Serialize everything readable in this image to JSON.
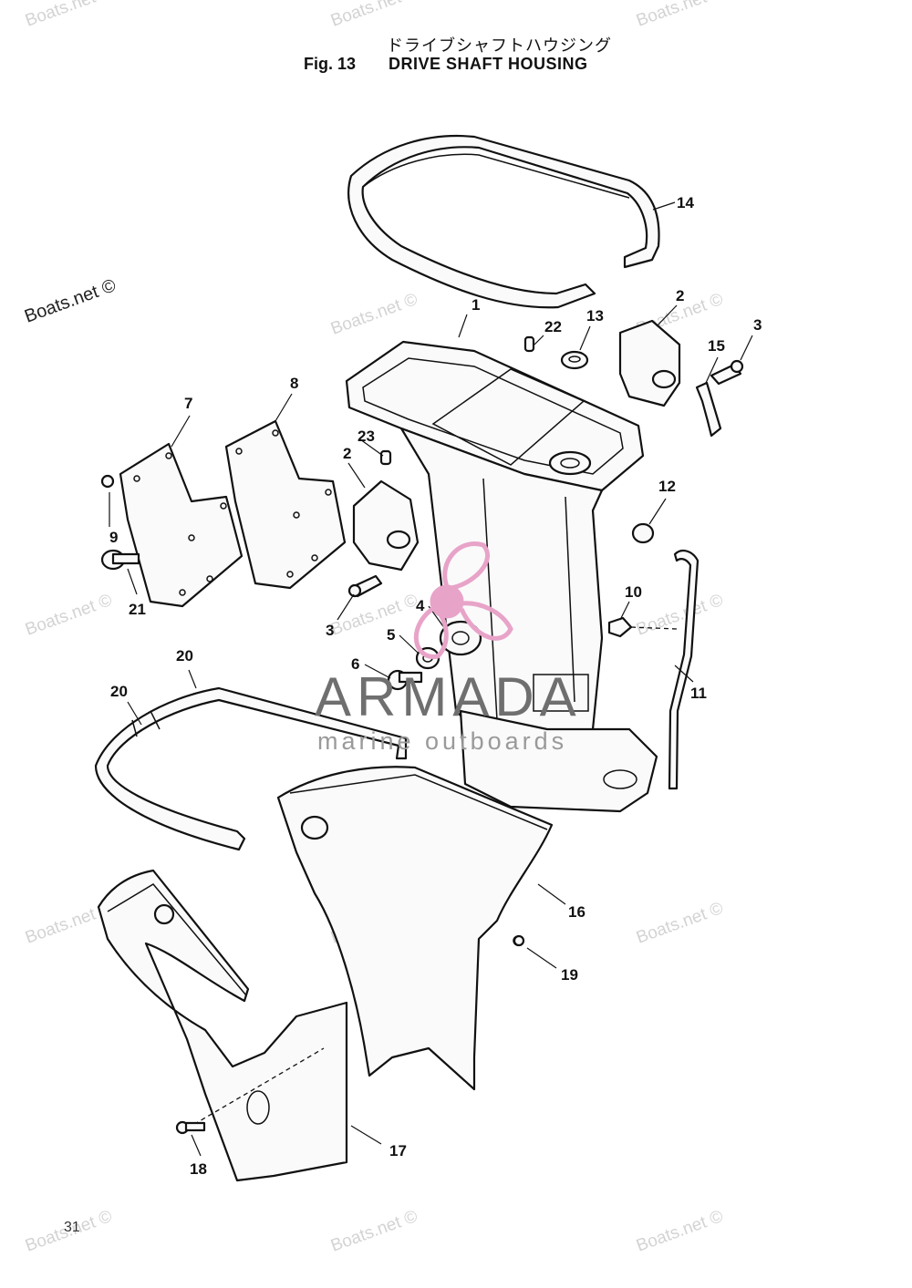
{
  "title_jp": "ドライブシャフトハウジング",
  "fig_number": "Fig. 13",
  "fig_title": "DRIVE SHAFT HOUSING",
  "page_number": "31",
  "watermark_main": "Boats.net ©",
  "watermark_faint": "Boats.net ©",
  "logo": {
    "name": "ARMADA",
    "tagline": "marine outboards",
    "accent_color": "#e8a3c8"
  },
  "callouts": [
    "1",
    "2",
    "2",
    "3",
    "3",
    "4",
    "5",
    "6",
    "7",
    "8",
    "9",
    "10",
    "11",
    "12",
    "13",
    "14",
    "15",
    "16",
    "17",
    "18",
    "19",
    "20",
    "20",
    "21",
    "22",
    "23"
  ]
}
